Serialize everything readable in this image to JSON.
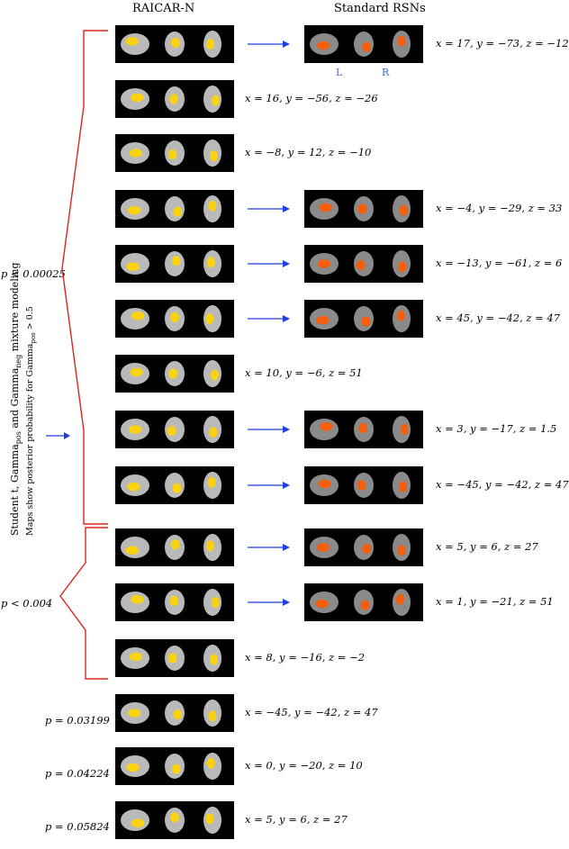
{
  "headers": {
    "left": "RAICAR-N",
    "right": "Standard RSNs"
  },
  "lr_labels": {
    "left": "L",
    "right": "R"
  },
  "side_label": {
    "line1": "Student t, Gamma",
    "line1_sub": "pos",
    "line1_b": " and Gamma",
    "line1_sub2": "neg",
    "line1_c": " mixture modeling",
    "line2": "Maps show posterior probability for Gamma",
    "line2_sub": "pos",
    "line2_c": " > 0.5"
  },
  "group_labels": {
    "group1": "p < 0.00025",
    "group2": "p < 0.004"
  },
  "p_values": [
    "p = 0.03199",
    "p = 0.04224",
    "p = 0.05824"
  ],
  "rows": [
    {
      "coord": "x = 17, y = −73, z = −12",
      "has_rsn": true
    },
    {
      "coord": "x = 16, y = −56, z = −26",
      "has_rsn": false
    },
    {
      "coord": "x = −8, y = 12, z = −10",
      "has_rsn": false
    },
    {
      "coord": "x = −4, y = −29, z = 33",
      "has_rsn": true
    },
    {
      "coord": "x = −13, y = −61, z = 6",
      "has_rsn": true
    },
    {
      "coord": "x = 45, y = −42, z = 47",
      "has_rsn": true
    },
    {
      "coord": "x = 10, y = −6, z = 51",
      "has_rsn": false
    },
    {
      "coord": "x = 3, y = −17, z = 1.5",
      "has_rsn": true
    },
    {
      "coord": "x = −45, y = −42, z = 47",
      "has_rsn": true
    },
    {
      "coord": "x = 5, y = 6, z = 27",
      "has_rsn": true
    },
    {
      "coord": "x = 1, y = −21, z = 51",
      "has_rsn": true
    },
    {
      "coord": "x = 8, y = −16, z = −2",
      "has_rsn": false
    },
    {
      "coord": "x = −45, y = −42, z = 47",
      "has_rsn": false
    },
    {
      "coord": "x = 0, y = −20, z = 10",
      "has_rsn": false
    },
    {
      "coord": "x = 5, y = 6, z = 27",
      "has_rsn": false
    }
  ],
  "colors": {
    "arrow": "#1f3fe0",
    "brace": "#d9251c",
    "panel_bg": "#000000",
    "blob": "#ffd400",
    "rsn_hot": "#ff5a00"
  }
}
